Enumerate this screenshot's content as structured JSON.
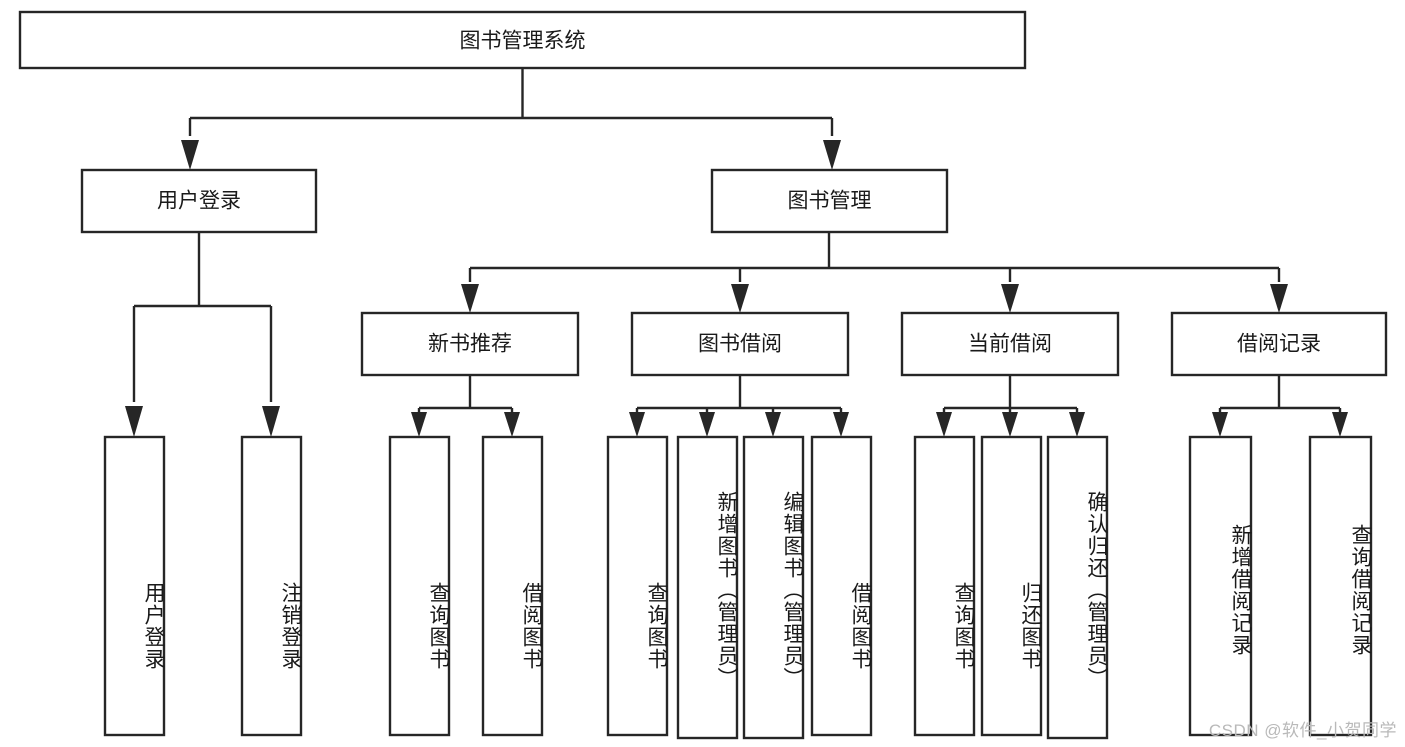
{
  "diagram": {
    "type": "hierarchy-tree",
    "title": "图书管理系统",
    "orientation": "top-down",
    "watermark": "CSDN @软件_小贺同学",
    "colors": {
      "box_stroke": "#262626",
      "box_fill": "#ffffff",
      "connector": "#262626",
      "text": "#1a1a1a",
      "watermark": "#b9b9b9",
      "background": "#ffffff"
    },
    "levels": {
      "root": "图书管理系统",
      "level2": [
        "用户登录",
        "图书管理"
      ],
      "level3": [
        "新书推荐",
        "图书借阅",
        "当前借阅",
        "借阅记录"
      ]
    },
    "nodes": {
      "root": {
        "label": "图书管理系统",
        "level": 1
      },
      "user_login": {
        "label": "用户登录",
        "level": 2
      },
      "book_manage": {
        "label": "图书管理",
        "level": 2
      },
      "new_book_rec": {
        "label": "新书推荐",
        "level": 3
      },
      "book_borrow": {
        "label": "图书借阅",
        "level": 3
      },
      "current_borrow": {
        "label": "当前借阅",
        "level": 3
      },
      "borrow_record": {
        "label": "借阅记录",
        "level": 3
      },
      "leaf_user_login": {
        "label": "用户登录",
        "level": 3,
        "parent": "用户登录"
      },
      "leaf_logout": {
        "label": "注销登录",
        "level": 3,
        "parent": "用户登录"
      },
      "leaf_query_book_1": {
        "label": "查询图书",
        "level": 4,
        "parent": "新书推荐"
      },
      "leaf_borrow_book_1": {
        "label": "借阅图书",
        "level": 4,
        "parent": "新书推荐"
      },
      "leaf_query_book_2": {
        "label": "查询图书",
        "level": 4,
        "parent": "图书借阅"
      },
      "leaf_add_book": {
        "label": "新增图书（管理员）",
        "level": 4,
        "parent": "图书借阅"
      },
      "leaf_edit_book": {
        "label": "编辑图书（管理员）",
        "level": 4,
        "parent": "图书借阅"
      },
      "leaf_borrow_book_2": {
        "label": "借阅图书",
        "level": 4,
        "parent": "图书借阅"
      },
      "leaf_query_book_3": {
        "label": "查询图书",
        "level": 4,
        "parent": "当前借阅"
      },
      "leaf_return_book": {
        "label": "归还图书",
        "level": 4,
        "parent": "当前借阅"
      },
      "leaf_confirm_return": {
        "label": "确认归还（管理员）",
        "level": 4,
        "parent": "当前借阅"
      },
      "leaf_add_record": {
        "label": "新增借阅记录",
        "level": 4,
        "parent": "借阅记录"
      },
      "leaf_query_record": {
        "label": "查询借阅记录",
        "level": 4,
        "parent": "借阅记录"
      }
    },
    "leaf_labels": [
      "用户登录",
      "注销登录",
      "查询图书",
      "借阅图书",
      "查询图书",
      "新增图书（管理员）",
      "编辑图书（管理员）",
      "借阅图书",
      "查询图书",
      "归还图书",
      "确认归还（管理员）",
      "新增借阅记录",
      "查询借阅记录"
    ],
    "edges": [
      {
        "from": "图书管理系统",
        "to": "用户登录"
      },
      {
        "from": "图书管理系统",
        "to": "图书管理"
      },
      {
        "from": "用户登录",
        "to": "用户登录"
      },
      {
        "from": "用户登录",
        "to": "注销登录"
      },
      {
        "from": "图书管理",
        "to": "新书推荐"
      },
      {
        "from": "图书管理",
        "to": "图书借阅"
      },
      {
        "from": "图书管理",
        "to": "当前借阅"
      },
      {
        "from": "图书管理",
        "to": "借阅记录"
      },
      {
        "from": "新书推荐",
        "to": "查询图书"
      },
      {
        "from": "新书推荐",
        "to": "借阅图书"
      },
      {
        "from": "图书借阅",
        "to": "查询图书"
      },
      {
        "from": "图书借阅",
        "to": "新增图书（管理员）"
      },
      {
        "from": "图书借阅",
        "to": "编辑图书（管理员）"
      },
      {
        "from": "图书借阅",
        "to": "借阅图书"
      },
      {
        "from": "当前借阅",
        "to": "查询图书"
      },
      {
        "from": "当前借阅",
        "to": "归还图书"
      },
      {
        "from": "当前借阅",
        "to": "确认归还（管理员）"
      },
      {
        "from": "借阅记录",
        "to": "新增借阅记录"
      },
      {
        "from": "借阅记录",
        "to": "查询借阅记录"
      }
    ]
  }
}
